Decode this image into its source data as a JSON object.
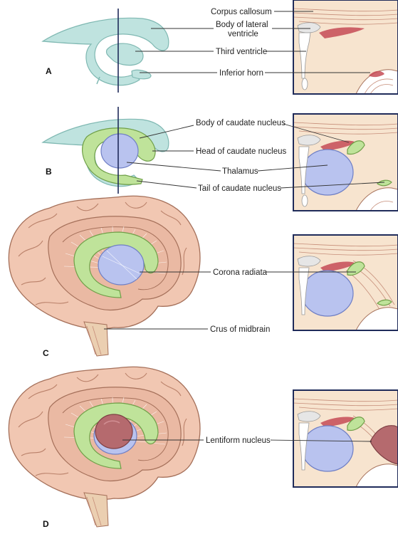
{
  "panels": [
    {
      "letter": "A",
      "labels": [
        "Corpus callosum",
        "Body of lateral ventricle",
        "Third ventricle",
        "Inferior horn"
      ]
    },
    {
      "letter": "B",
      "labels": [
        "Body of caudate nucleus",
        "Head of caudate nucleus",
        "Thalamus",
        "Tail of caudate nucleus"
      ]
    },
    {
      "letter": "C",
      "labels": [
        "Corona radiata",
        "Crus of midbrain"
      ]
    },
    {
      "letter": "D",
      "labels": [
        "Lentiform nucleus"
      ]
    }
  ],
  "colors": {
    "ventricle": "#bfe3df",
    "caudate_nucleus": "#bfe39a",
    "thalamus": "#b9c3ef",
    "lentiform_nucleus": "#b56a6e",
    "brain_surface": "#f1c7b2",
    "inset_frame": "#1f2b5a"
  }
}
